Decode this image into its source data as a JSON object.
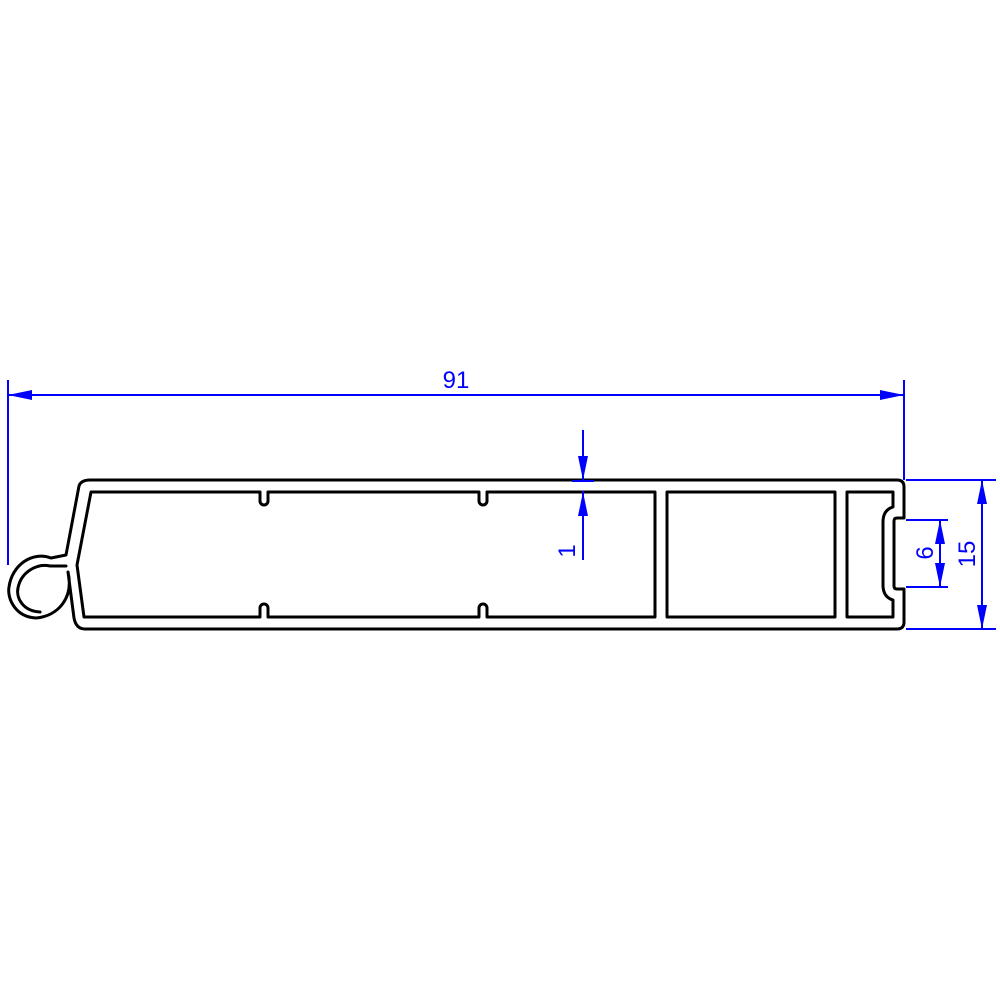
{
  "colors": {
    "background": "#ffffff",
    "profile": "#000000",
    "dimension": "#0000ff"
  },
  "dimensions": {
    "overall_width": "91",
    "wall_thickness": "1",
    "slot_width": "6",
    "overall_height": "15"
  }
}
